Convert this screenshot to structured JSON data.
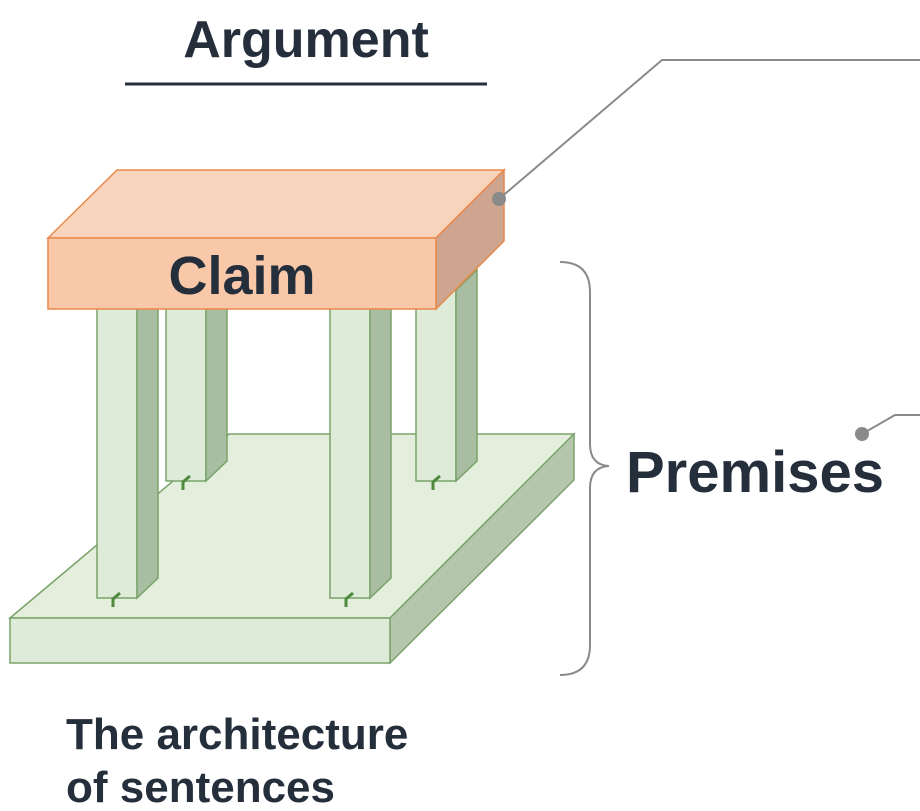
{
  "diagram": {
    "title": "Argument",
    "top_label": "Claim",
    "side_label": "Premises",
    "caption_line1": "The architecture",
    "caption_line2": "of sentences"
  },
  "colors": {
    "text": "#252f3c",
    "claim_top": "#f9d4bc",
    "claim_front": "#f8c8a9",
    "claim_side": "#cea58e",
    "claim_stroke": "#e8894a",
    "pillar_front": "#deebd8",
    "pillar_side": "#a9bda3",
    "base_top": "#e3eedd",
    "base_front": "#deebd8",
    "base_side": "#b4c7ad",
    "green_stroke": "#7aa36a",
    "leader": "#8a8a8a"
  }
}
